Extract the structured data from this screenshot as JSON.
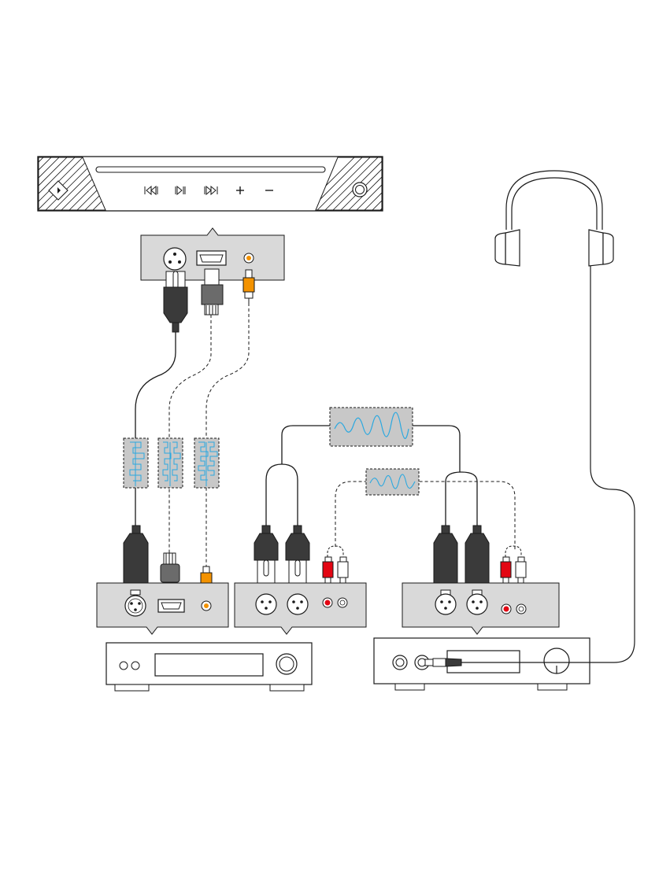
{
  "diagram": {
    "colors": {
      "line": "#1a1a1a",
      "panel_fill": "#d9d9d9",
      "connector_dark": "#3a3a3a",
      "connector_mid": "#6b6b6b",
      "coax_orange": "#f39200",
      "rca_red": "#e30613",
      "signal_blue": "#2aa8e0",
      "signal_box": "#c8c8c8"
    },
    "source_unit": {
      "transport_icons": [
        "skip-back-icon",
        "play-pause-icon",
        "skip-forward-icon",
        "volume-up-icon",
        "volume-down-icon"
      ]
    },
    "cables": [
      "xlr-balanced",
      "hdmi-i2s",
      "coaxial-spdif"
    ],
    "devices": [
      "dac",
      "preamplifier",
      "headphone-amplifier",
      "headphones"
    ]
  }
}
